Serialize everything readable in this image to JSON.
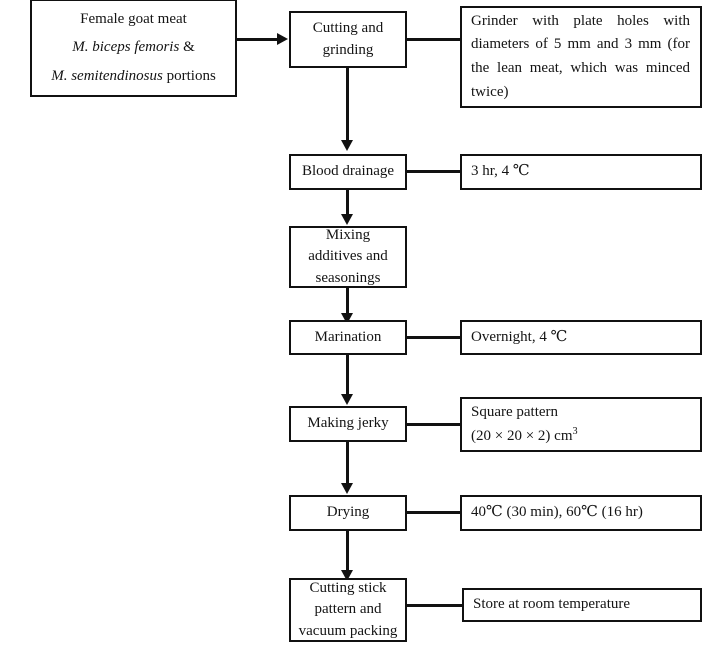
{
  "diagram": {
    "title": "Goat meat jerky processing flow diagram",
    "type": "process-flowchart",
    "orientation": "vertical",
    "accent_color": "#111111",
    "background_color": "#ffffff"
  },
  "source_box": {
    "line1": "Female goat meat",
    "line2_italic": "M. biceps femoris",
    "line2_tail": " &",
    "line3_italic": "M. semitendinosus",
    "line3_tail": " portions"
  },
  "steps": [
    {
      "id": "cutting-and-grinding",
      "label": "Cutting and grinding"
    },
    {
      "id": "blood-drainage",
      "label": "Blood drainage"
    },
    {
      "id": "mixing-additives-and-seasonings",
      "label": "Mixing additives and seasonings"
    },
    {
      "id": "marination",
      "label": "Marination"
    },
    {
      "id": "making-jerky",
      "label": "Making jerky"
    },
    {
      "id": "drying",
      "label": "Drying"
    },
    {
      "id": "cutting-stick-pattern-and-vacuum-packing",
      "label": "Cutting stick pattern and vacuum packing"
    }
  ],
  "notes": {
    "grinding": "Grinder with plate holes with diameters of 5 mm and 3 mm (for the lean meat, which was minced twice)",
    "blood_drainage": "3 hr, 4 ℃",
    "marination": "Overnight, 4 ℃",
    "making_jerky_line1": "Square pattern",
    "making_jerky_line2_prefix": "(20  ×  20 × 2) cm",
    "making_jerky_line2_sup": "3",
    "drying": "40℃  (30 min), 60℃  (16 hr)",
    "packing": "Store at room temperature"
  }
}
